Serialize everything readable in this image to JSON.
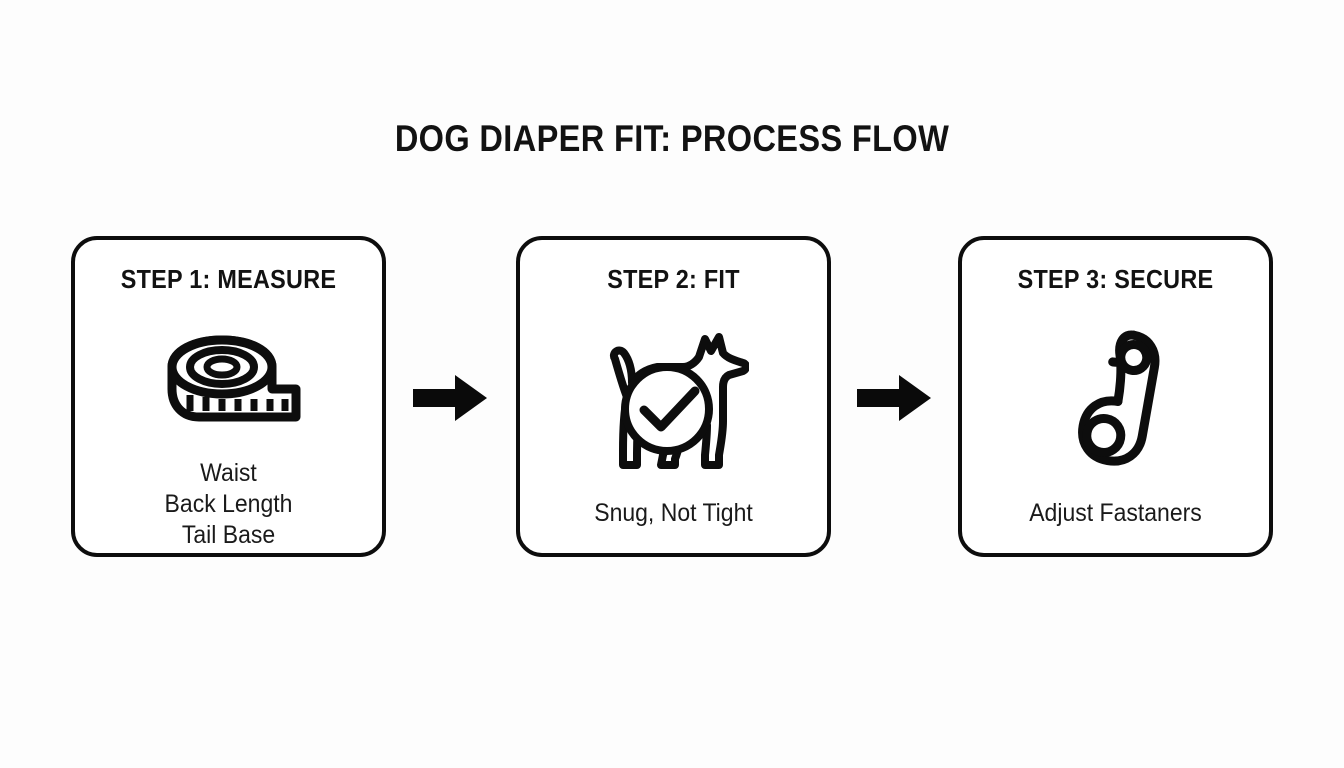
{
  "diagram": {
    "title": "DOG DIAPER FIT: PROCESS FLOW",
    "background_color": "#fdfdfd",
    "stroke_color": "#0d0d0d",
    "text_color": "#121212",
    "steps": [
      {
        "header": "STEP 1: MEASURE",
        "icon": "tape-measure-icon",
        "caption_lines": [
          "Waist",
          "Back Length",
          "Tail Base"
        ]
      },
      {
        "header": "STEP 2: FIT",
        "icon": "dog-check-icon",
        "caption_lines": [
          "Snug, Not Tight"
        ]
      },
      {
        "header": "STEP 3: SECURE",
        "icon": "safety-pin-icon",
        "caption_lines": [
          "Adjust Fastaners"
        ]
      }
    ],
    "connectors": [
      {
        "name": "arrow-step1-to-step2",
        "direction": "right"
      },
      {
        "name": "arrow-step2-to-step3",
        "direction": "right"
      }
    ]
  }
}
